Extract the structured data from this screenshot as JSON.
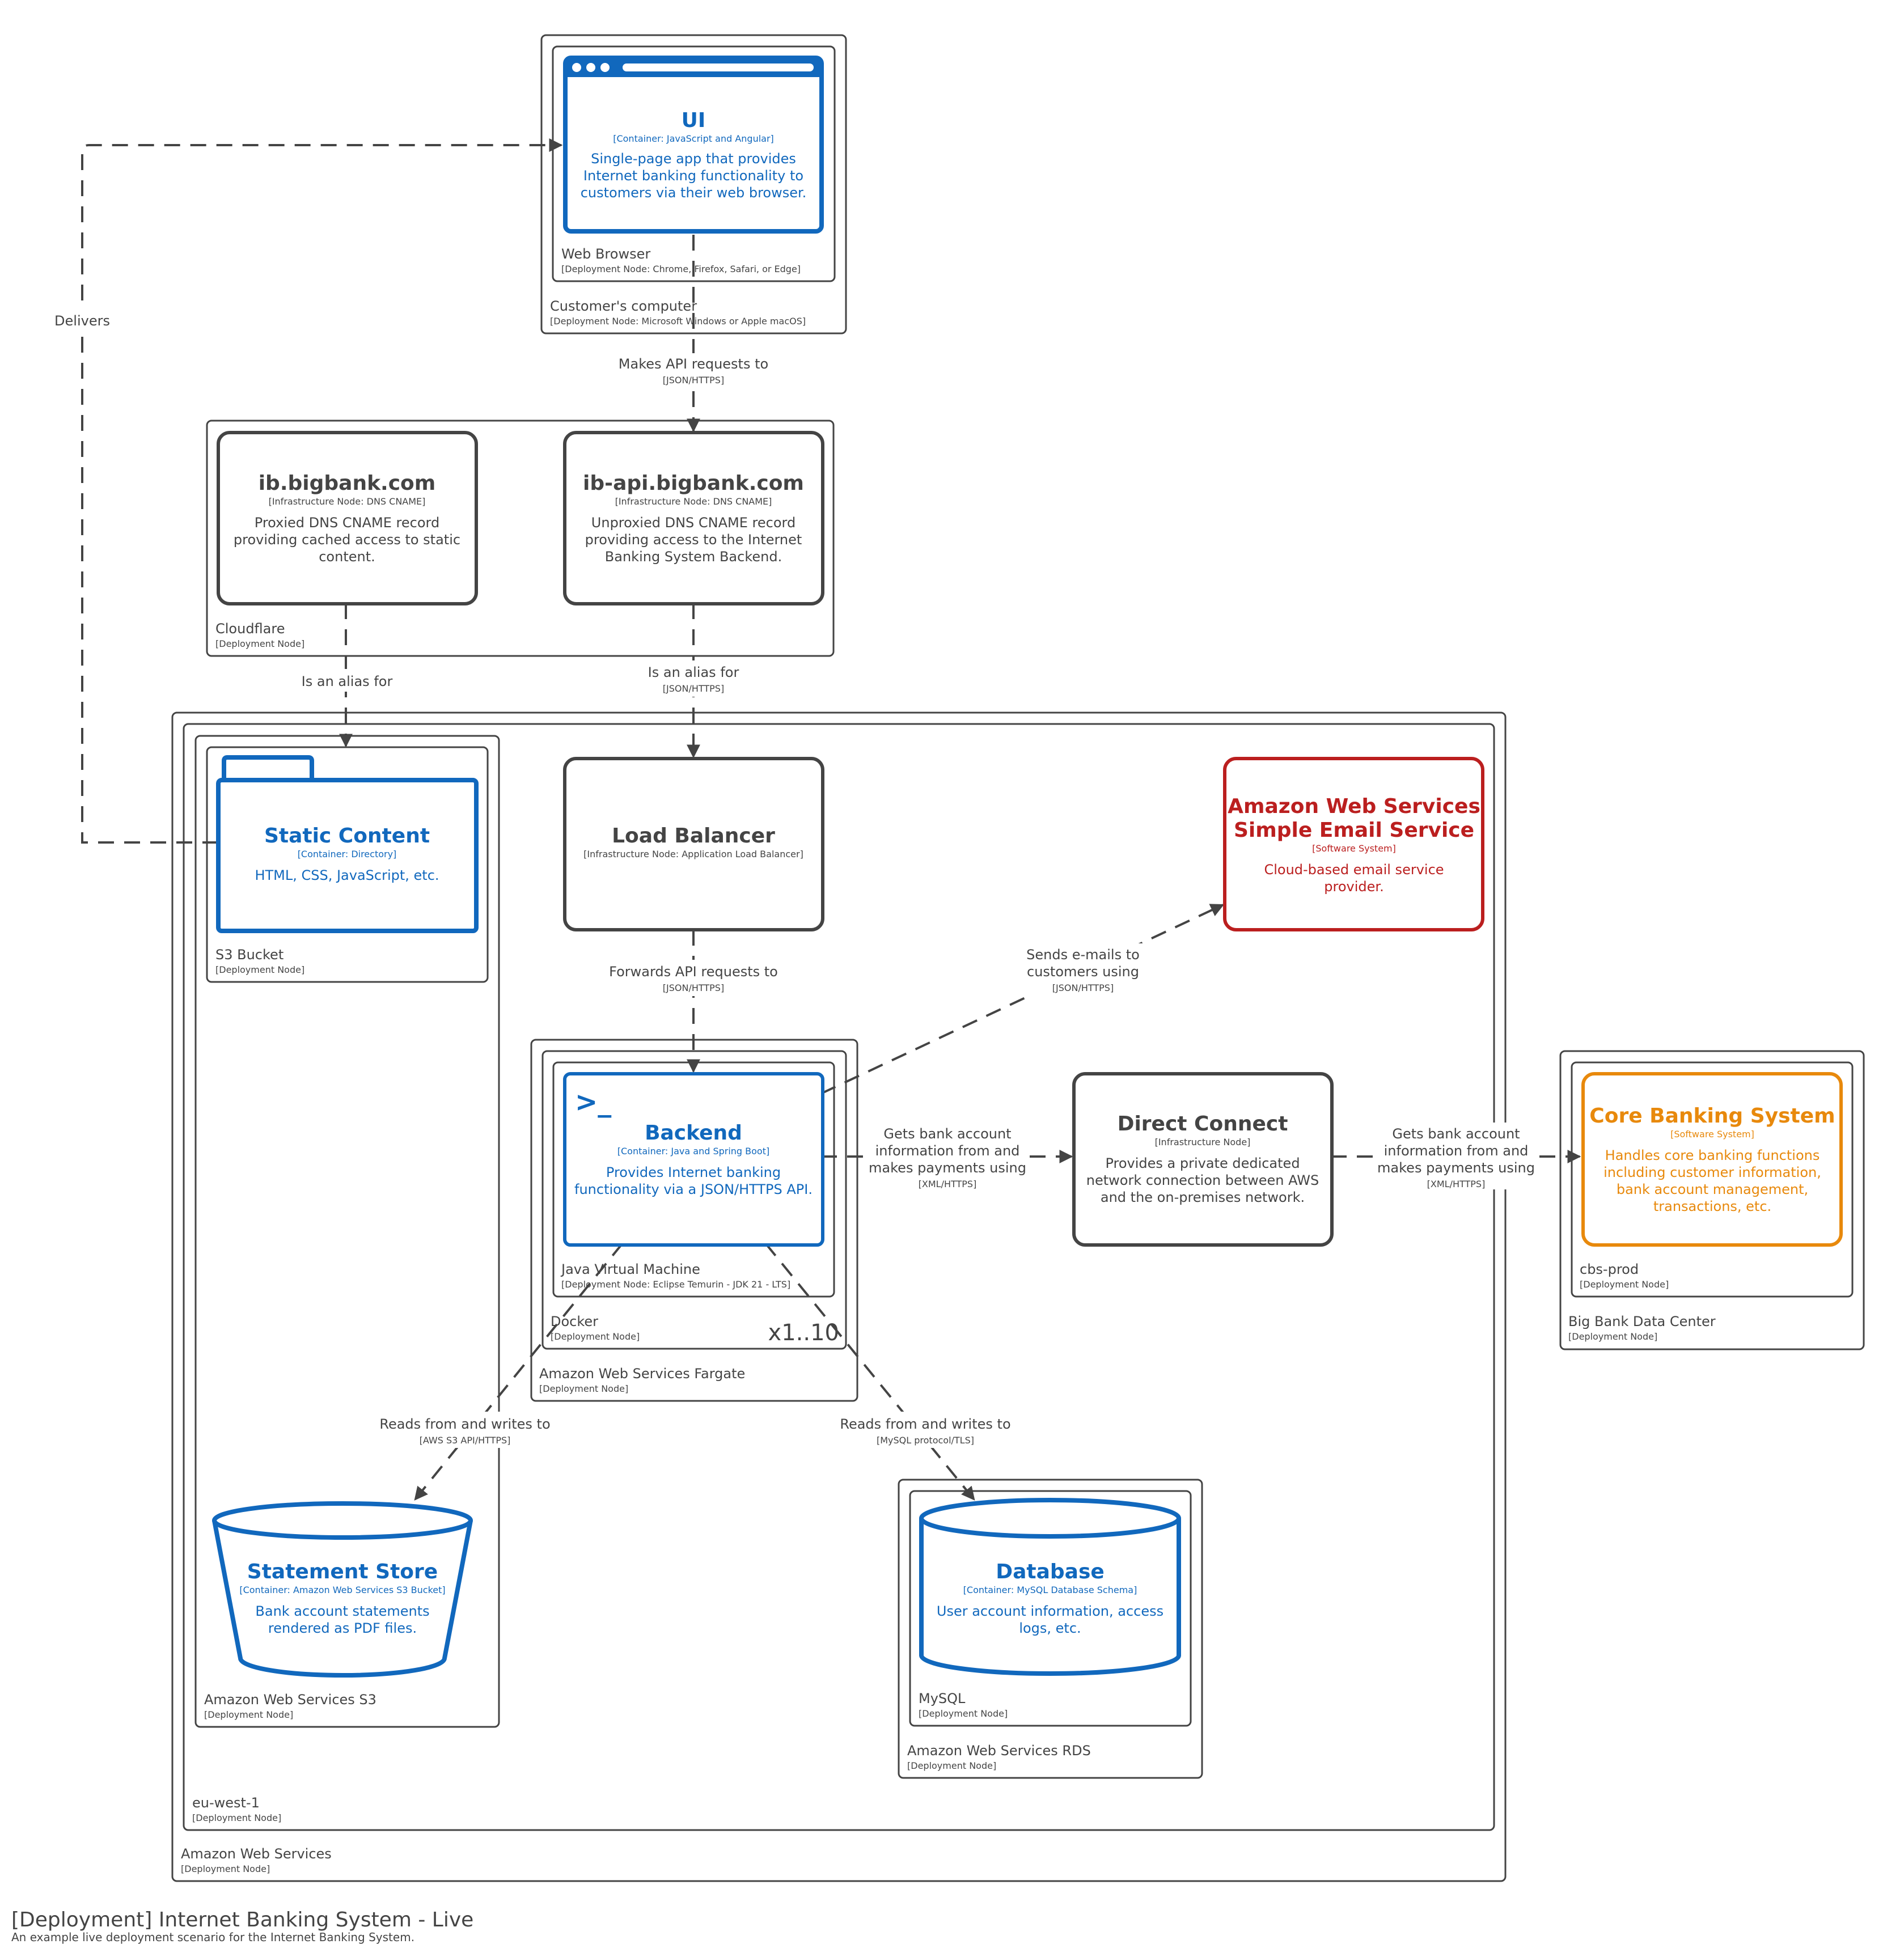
{
  "footer": {
    "title": "[Deployment] Internet Banking System - Live",
    "subtitle": "An example live deployment scenario for the Internet Banking System."
  },
  "nodes": {
    "customer_computer": {
      "name": "Customer's computer",
      "tech": "[Deployment Node: Microsoft Windows or Apple macOS]"
    },
    "web_browser": {
      "name": "Web Browser",
      "tech": "[Deployment Node: Chrome, Firefox, Safari, or Edge]"
    },
    "cloudflare": {
      "name": "Cloudflare",
      "tech": "[Deployment Node]"
    },
    "aws": {
      "name": "Amazon Web Services",
      "tech": "[Deployment Node]"
    },
    "eu_west_1": {
      "name": "eu-west-1",
      "tech": "[Deployment Node]"
    },
    "s3": {
      "name": "Amazon Web Services S3",
      "tech": "[Deployment Node]"
    },
    "s3_bucket": {
      "name": "S3 Bucket",
      "tech": "[Deployment Node]"
    },
    "fargate": {
      "name": "Amazon Web Services Fargate",
      "tech": "[Deployment Node]"
    },
    "docker": {
      "name": "Docker",
      "tech": "[Deployment Node]",
      "instances": "x1..10"
    },
    "jvm": {
      "name": "Java Virtual Machine",
      "tech": "[Deployment Node: Eclipse Temurin - JDK 21 - LTS]"
    },
    "rds": {
      "name": "Amazon Web Services RDS",
      "tech": "[Deployment Node]"
    },
    "mysql": {
      "name": "MySQL",
      "tech": "[Deployment Node]"
    },
    "bigbank_dc": {
      "name": "Big Bank Data Center",
      "tech": "[Deployment Node]"
    },
    "cbs_prod": {
      "name": "cbs-prod",
      "tech": "[Deployment Node]"
    }
  },
  "elements": {
    "ui": {
      "name": "UI",
      "tech": "[Container: JavaScript and Angular]",
      "desc": [
        "Single-page app that provides",
        "Internet banking functionality to",
        "customers via their web browser."
      ]
    },
    "ib": {
      "name": "ib.bigbank.com",
      "tech": "[Infrastructure Node: DNS CNAME]",
      "desc": [
        "Proxied DNS CNAME record",
        "providing cached access to static",
        "content."
      ]
    },
    "ibapi": {
      "name": "ib-api.bigbank.com",
      "tech": "[Infrastructure Node: DNS CNAME]",
      "desc": [
        "Unproxied DNS CNAME record",
        "providing access to the Internet",
        "Banking System Backend."
      ]
    },
    "lb": {
      "name": "Load Balancer",
      "tech": "[Infrastructure Node: Application Load Balancer]"
    },
    "ses": {
      "name": [
        "Amazon Web Services",
        "Simple Email Service"
      ],
      "tech": "[Software System]",
      "desc": [
        "Cloud-based email service",
        "provider."
      ]
    },
    "static": {
      "name": "Static Content",
      "tech": "[Container: Directory]",
      "desc": [
        "HTML, CSS, JavaScript, etc."
      ]
    },
    "backend": {
      "name": "Backend",
      "tech": "[Container: Java and Spring Boot]",
      "desc": [
        "Provides Internet banking",
        "functionality via a JSON/HTTPS API."
      ],
      "prompt": ">_"
    },
    "dc": {
      "name": "Direct Connect",
      "tech": "[Infrastructure Node]",
      "desc": [
        "Provides a private dedicated",
        "network connection between AWS",
        "and the on-premises network."
      ]
    },
    "cbs": {
      "name": "Core Banking System",
      "tech": "[Software System]",
      "desc": [
        "Handles core banking functions",
        "including customer information,",
        "bank account management,",
        "transactions, etc."
      ]
    },
    "stmt": {
      "name": "Statement Store",
      "tech": "[Container: Amazon Web Services S3 Bucket]",
      "desc": [
        "Bank account statements",
        "rendered as PDF files."
      ]
    },
    "db": {
      "name": "Database",
      "tech": "[Container: MySQL Database Schema]",
      "desc": [
        "User account information, access",
        "logs, etc."
      ]
    }
  },
  "relationships": {
    "delivers": {
      "label": "Delivers"
    },
    "makes_api": {
      "label": "Makes API requests to",
      "tech": "[JSON/HTTPS]"
    },
    "alias_static": {
      "label": "Is an alias for"
    },
    "alias_api": {
      "label": "Is an alias for",
      "tech": "[JSON/HTTPS]"
    },
    "forwards": {
      "label": "Forwards API requests to",
      "tech": "[JSON/HTTPS]"
    },
    "sends_email": {
      "label": [
        "Sends e-mails to",
        "customers using"
      ],
      "tech": "[JSON/HTTPS]"
    },
    "gets_bank1": {
      "label": [
        "Gets bank account",
        "information from and",
        "makes payments using"
      ],
      "tech": "[XML/HTTPS]"
    },
    "gets_bank2": {
      "label": [
        "Gets bank account",
        "information from and",
        "makes payments using"
      ],
      "tech": "[XML/HTTPS]"
    },
    "reads_s3": {
      "label": "Reads from and writes to",
      "tech": "[AWS S3 API/HTTPS]"
    },
    "reads_db": {
      "label": "Reads from and writes to",
      "tech": "[MySQL protocol/TLS]"
    }
  },
  "colors": {
    "container": "#1168bd",
    "infrastructure": "#444444",
    "ses": "#bb1f1f",
    "core_banking": "#e8890c",
    "line": "#444444"
  }
}
